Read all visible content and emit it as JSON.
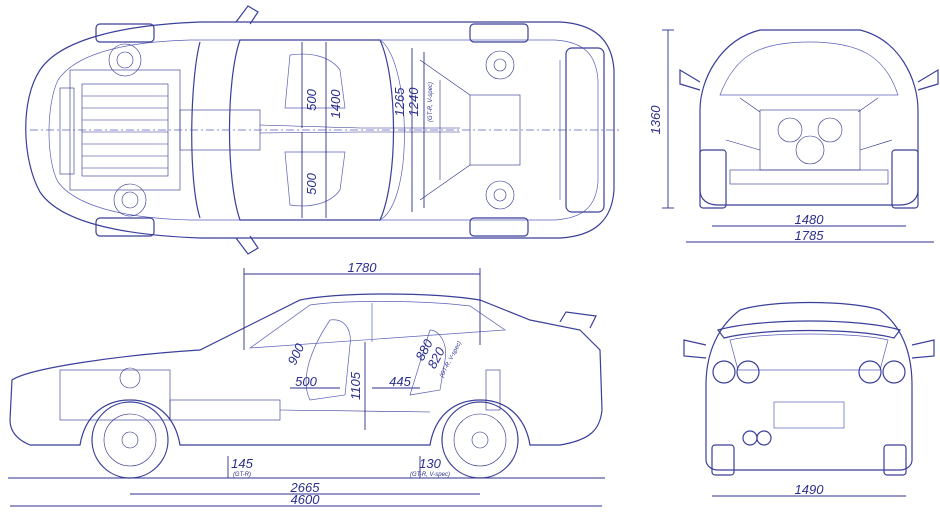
{
  "views": {
    "top": "top-view",
    "side": "side-view",
    "front": "front-view",
    "rear": "rear-view"
  },
  "dimensions": {
    "top_half_width_a": "500",
    "top_half_width_b": "500",
    "top_cabin_width": "1400",
    "top_rear_track": "1265",
    "top_rear_track_alt": "1240",
    "top_rear_track_note": "(GT-R, V-spec)",
    "front_height": "1360",
    "front_track": "1480",
    "front_width": "1785",
    "side_cabin_length": "1780",
    "side_front_seat": "900",
    "side_seat_back": "500",
    "side_rear_height": "1105",
    "side_rear_seat": "445",
    "side_headroom": "880",
    "side_headroom_alt": "820",
    "side_headroom_note": "(GT-R, V-spec)",
    "side_front_clearance": "145",
    "side_front_clearance_note": "(GT-R)",
    "side_rear_clearance": "130",
    "side_rear_clearance_note": "(GT-R, V-spec)",
    "side_wheelbase": "2665",
    "side_length": "4600",
    "rear_track": "1490"
  }
}
